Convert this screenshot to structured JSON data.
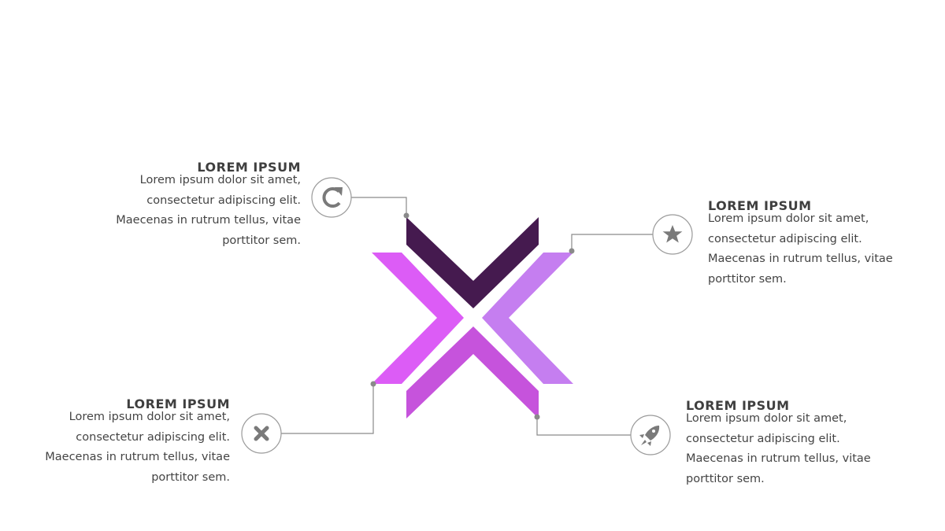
{
  "colors": {
    "top_chevron": "#451a4f",
    "left_chevron": "#dc5cf6",
    "right_chevron": "#c57ef0",
    "bottom_chevron": "#c653dc",
    "connector": "#8a8a8a",
    "icon": "#7a7a7a"
  },
  "items": [
    {
      "title": "LOREM IPSUM",
      "text": "Lorem ipsum dolor sit amet, consectetur adipiscing elit. Maecenas in rutrum tellus, vitae porttitor sem.",
      "icon": "refresh-icon"
    },
    {
      "title": "LOREM IPSUM",
      "text": "Lorem ipsum dolor sit amet, consectetur adipiscing elit. Maecenas in rutrum tellus, vitae porttitor sem.",
      "icon": "star-icon"
    },
    {
      "title": "LOREM IPSUM",
      "text": "Lorem ipsum dolor sit amet, consectetur adipiscing elit. Maecenas in rutrum tellus, vitae porttitor sem.",
      "icon": "close-icon"
    },
    {
      "title": "LOREM IPSUM",
      "text": "Lorem ipsum dolor sit amet, consectetur adipiscing elit. Maecenas in rutrum tellus, vitae porttitor sem.",
      "icon": "rocket-icon"
    }
  ]
}
